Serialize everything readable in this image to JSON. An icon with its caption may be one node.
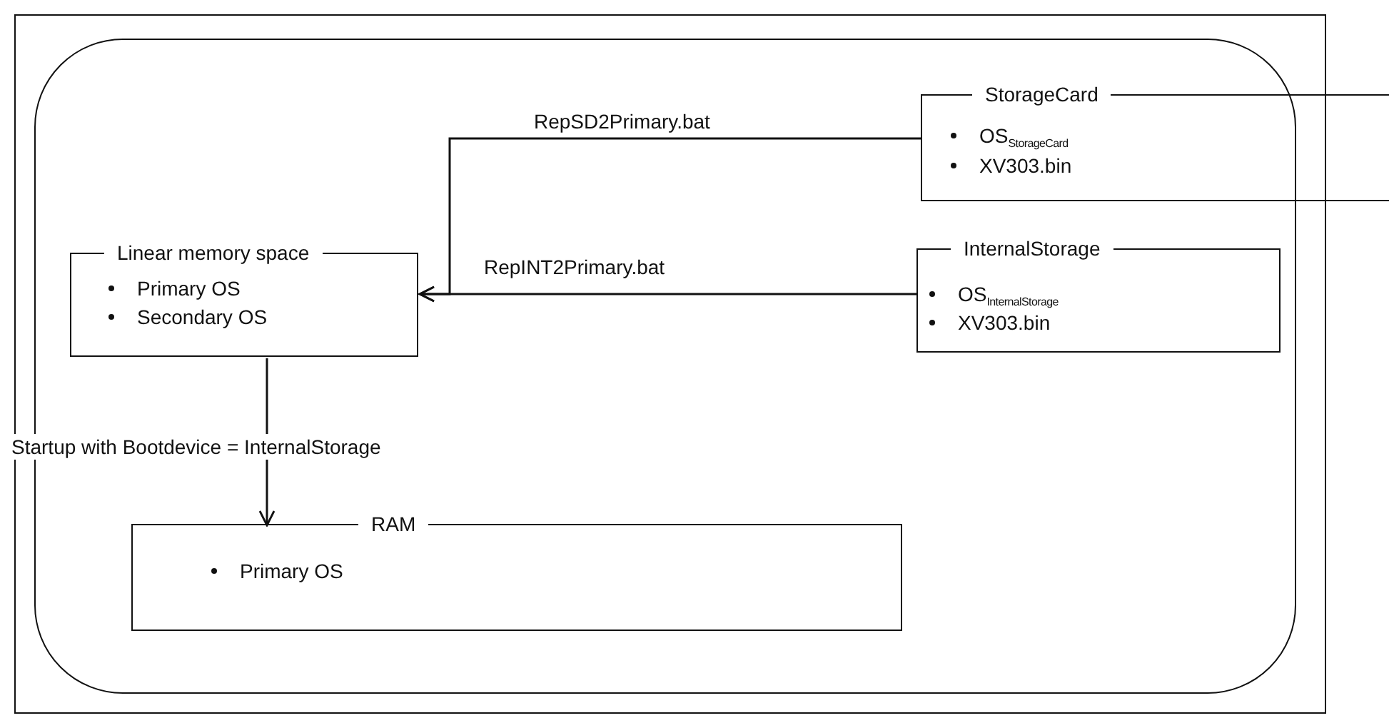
{
  "diagram": {
    "nodes": [
      {
        "text": [],
        "shape": "box"
      },
      {
        "text": [],
        "shape": "box",
        "in": 0
      },
      {
        "text": [
          "StorageCard",
          "OS$_{StorageCard}$",
          "XV303.bin"
        ]
      },
      {
        "text": [
          "Linear memory space",
          "Primary OS",
          "Secondary OS"
        ],
        "in": 1
      },
      {
        "text": [
          "InternalStorage",
          "OS$_{InternalStorage}$",
          "XV303.bin"
        ],
        "in": 1
      },
      {
        "text": [
          "RAM",
          "Primary OS"
        ],
        "in": 1
      }
    ],
    "edges": [
      {
        "from": 2,
        "to": 3,
        "arrow": "to",
        "label": "RepSD2Primary.bat"
      },
      {
        "from": 4,
        "to": 3,
        "arrow": "to",
        "label": "RepINT2Primary.bat"
      },
      {
        "from": 3,
        "to": 5,
        "arrow": "to",
        "label": "Startup  with Bootdevice = InternalStorage"
      }
    ]
  }
}
